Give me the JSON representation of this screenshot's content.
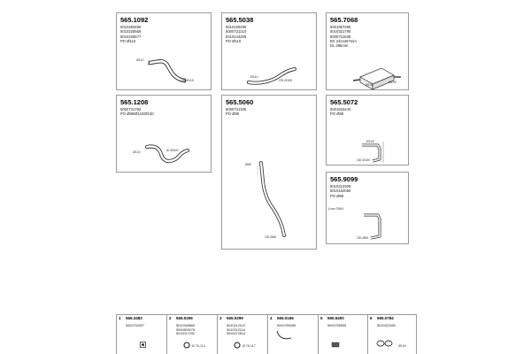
{
  "parts": [
    {
      "pn": "565.1092",
      "lines": [
        "5010283486",
        "5010225569",
        "5010225577"
      ],
      "note": "PO  Ø110",
      "labels": [
        "Ø110",
        "OD Ø110"
      ]
    },
    {
      "pn": "565.5038",
      "lines": [
        "5010225459",
        "5000731210",
        "5010144209"
      ],
      "note": "PO  Ø110",
      "labels": [
        "Ø110",
        "OD Ø100"
      ]
    },
    {
      "pn": "565.7068",
      "lines": [
        "5001867286",
        "5010321795",
        "5000731638"
      ],
      "note": "BX  242x467mm",
      "note2": "DL  395mm",
      "labels": [
        "Ø100",
        "Ø100"
      ]
    },
    {
      "pn": "565.1208",
      "lines": [
        "5000731782"
      ],
      "note": "PO  Ø89/Ø110/Ø100",
      "labels": [
        "ID Ø100",
        "Ø110"
      ]
    },
    {
      "pn": "565.5060",
      "lines": [
        "5000731306"
      ],
      "note": "PO  Ø89",
      "labels": [
        "Ø89",
        "OD Ø89"
      ]
    },
    {
      "pn": "565.5072",
      "lines": [
        "5001822440"
      ],
      "note": "PO  Ø89",
      "labels": [
        "Ø100",
        "OD Ø100"
      ]
    },
    {
      "pn": "565.9099",
      "lines": [
        "5010213306",
        "5010152055"
      ],
      "note": "PO  Ø89",
      "note3": "Low GMV",
      "labels": [
        "OD Ø89"
      ]
    }
  ],
  "accessories": [
    {
      "num": "1",
      "pn": "565.3483",
      "lines": [
        "5000734007"
      ]
    },
    {
      "num": "2",
      "pn": "565.0256",
      "lines": [
        "5010348860",
        "5000809278",
        "5010017292"
      ],
      "label": "Ø 76-114"
    },
    {
      "num": "3",
      "pn": "565.0299",
      "lines": [
        "5010212119",
        "5010212116",
        "5000472814"
      ],
      "label": "Ø 76-117"
    },
    {
      "num": "4",
      "pn": "565.0166",
      "lines": [
        "5000789265"
      ]
    },
    {
      "num": "5",
      "pn": "565.5400",
      "lines": [
        "5000755555"
      ]
    },
    {
      "num": "6",
      "pn": "565.0784",
      "lines": [
        "5010323450"
      ],
      "label": "Ø100"
    }
  ]
}
